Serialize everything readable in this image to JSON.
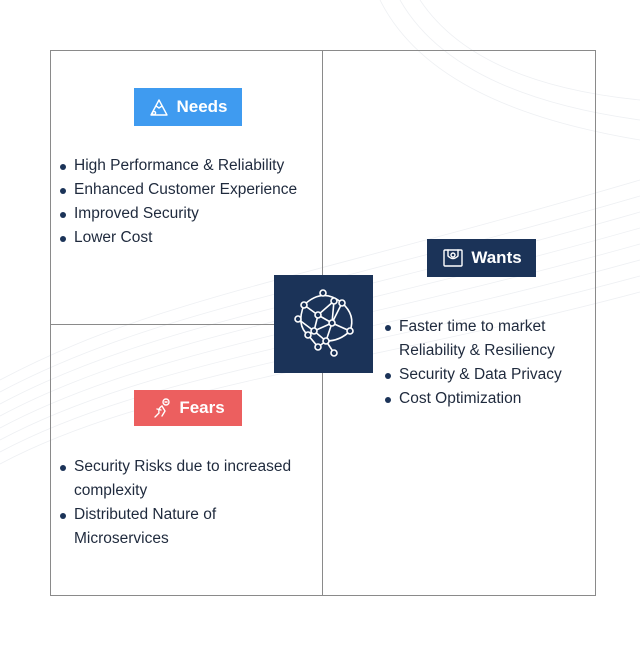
{
  "needs": {
    "label": "Needs",
    "icon": "climb-peak-icon",
    "color": "#3f9bf0",
    "items": [
      "High Performance & Reliability",
      "Enhanced Customer Experience",
      "Improved Security",
      "Lower Cost"
    ]
  },
  "wants": {
    "label": "Wants",
    "icon": "raised-hands-icon",
    "color": "#1b3358",
    "items": [
      "Faster time to market",
      "Reliability & Resiliency",
      "Security & Data Privacy",
      "Cost Optimization"
    ]
  },
  "fears": {
    "label": "Fears",
    "icon": "worried-person-icon",
    "color": "#ec5f5f",
    "items": [
      "Security Risks due to increased complexity",
      "Distributed Nature of Microservices"
    ]
  },
  "center": {
    "icon": "neural-brain-icon",
    "color": "#1b3358"
  }
}
